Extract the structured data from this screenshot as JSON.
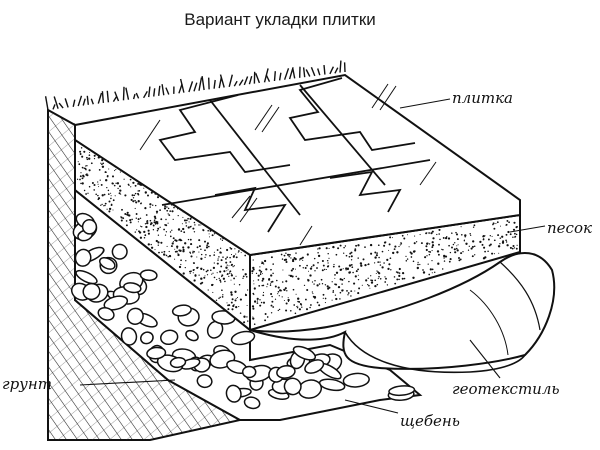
{
  "title": "Вариант укладки плитки",
  "labels": {
    "tile": "плитка",
    "sand": "песок",
    "geotextile": "геотекстиль",
    "soil": "грунт",
    "gravel": "щебень"
  }
}
